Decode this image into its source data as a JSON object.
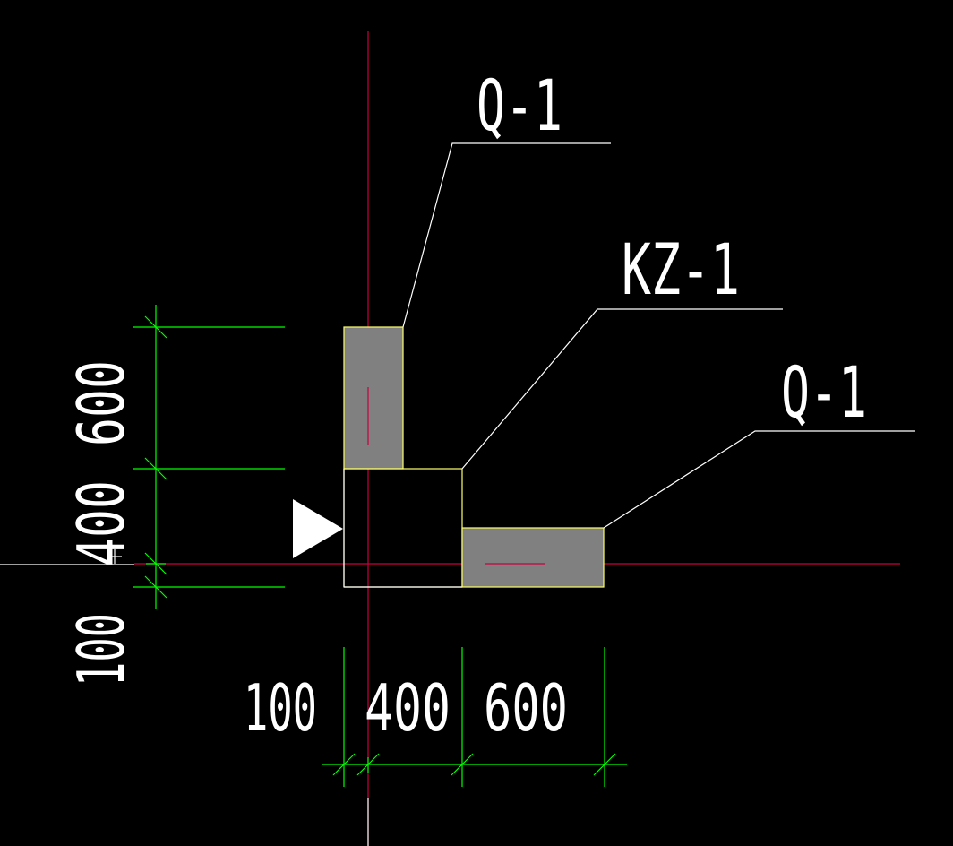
{
  "drawing": {
    "colors": {
      "background": "#000000",
      "axis": "#c8003c",
      "outline_white": "#ffffff",
      "outline_yellow": "#ffff66",
      "wall_fill": "#808080",
      "dimension": "#00ff00",
      "crosshair": "#ffffff"
    },
    "labels": {
      "wall_top": "Q-1",
      "column": "KZ-1",
      "wall_right": "Q-1"
    },
    "dimensions": {
      "horizontal": [
        "100",
        "400",
        "600"
      ],
      "vertical": [
        "100",
        "400",
        "600"
      ]
    },
    "markers": {
      "insertion_arrow": "triangle-right-icon"
    }
  }
}
